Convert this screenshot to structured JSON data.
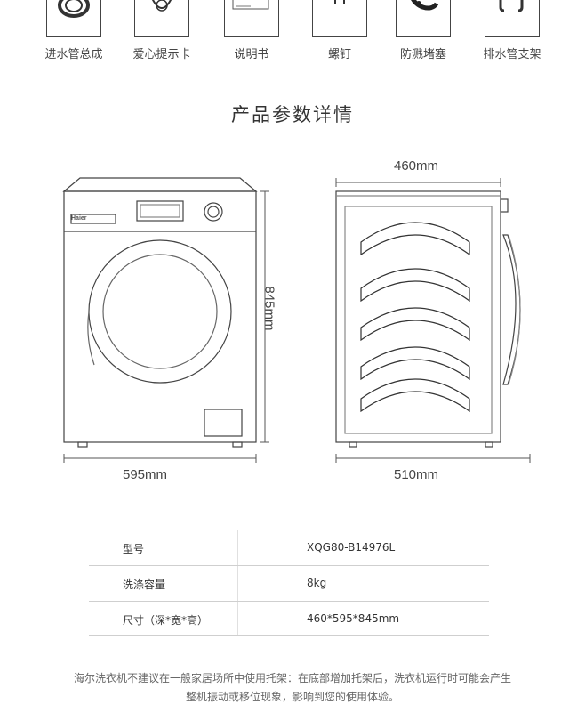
{
  "accessories": [
    {
      "label": "进水管总成",
      "icon": "inlet-hose-icon"
    },
    {
      "label": "爱心提示卡",
      "icon": "tip-card-icon"
    },
    {
      "label": "说明书",
      "icon": "manual-icon"
    },
    {
      "label": "螺钉",
      "icon": "screw-icon"
    },
    {
      "label": "防溅堵塞",
      "icon": "splash-plug-icon"
    },
    {
      "label": "排水管支架",
      "icon": "drain-bracket-icon"
    }
  ],
  "section_title": "产品参数详情",
  "diagram": {
    "brand_logo": "Haier",
    "front_width": "595mm",
    "height": "845mm",
    "depth_top": "460mm",
    "depth_bottom": "510mm"
  },
  "specs": [
    {
      "key": "型号",
      "value": "XQG80-B14976L"
    },
    {
      "key": "洗涤容量",
      "value": "8kg"
    },
    {
      "key": "尺寸（深*宽*高）",
      "value": "460*595*845mm"
    }
  ],
  "notice": {
    "line1": "海尔洗衣机不建议在一般家居场所中使用托架：在底部增加托架后，洗衣机运行时可能会产生",
    "line2": "整机振动或移位现象，影响到您的使用体验。"
  }
}
